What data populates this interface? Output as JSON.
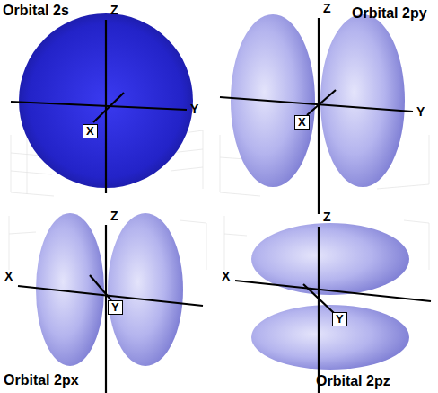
{
  "diagram": {
    "labels": [
      "Orbital 2s",
      "Z",
      "Y",
      "X",
      "Z",
      "Orbital 2py",
      "X",
      "Y",
      "Z",
      "X",
      "Y",
      "Orbital 2px",
      "Z",
      "X",
      "Y",
      "Orbital 2pz"
    ]
  }
}
